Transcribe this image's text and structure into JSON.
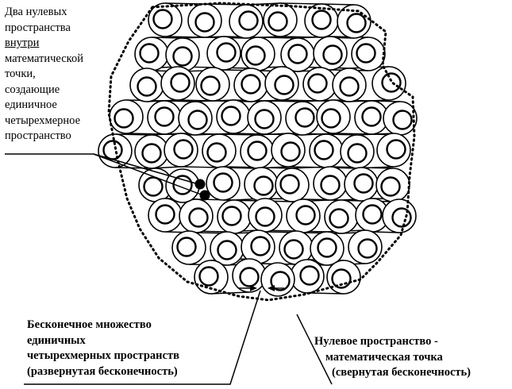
{
  "labels": {
    "top": {
      "line1": "Два нулевых",
      "line2": "пространства",
      "line3": "внутри",
      "line4": "математической",
      "line5": "точки,",
      "line6": "создающие",
      "line7": "единичное",
      "line8": "четырехмерное",
      "line9": "пространство"
    },
    "bottom_left": {
      "line1": "Бесконечное множество",
      "line2": "единичных",
      "line3": "четырехмерных пространств",
      "line4": "(развернутая бесконечность)"
    },
    "bottom_right": {
      "line1": "Нулевое пространство -",
      "line2": "математическая точка",
      "line3": "(свернутая бесконечность)"
    }
  }
}
